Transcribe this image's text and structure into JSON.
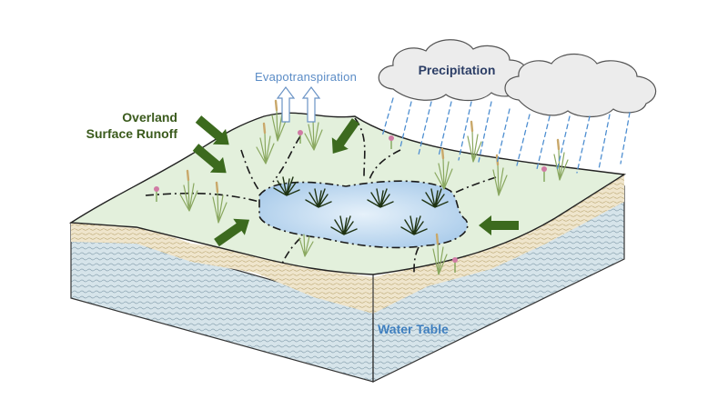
{
  "labels": {
    "evapotranspiration": "Evapotranspiration",
    "precipitation": "Precipitation",
    "overland_line1": "Overland",
    "overland_line2": "Surface Runoff",
    "water_table": "Water Table"
  },
  "colors": {
    "ground_top": "#e3f0dc",
    "soil_band": "#efe6cf",
    "water_block": "#d4e4ea",
    "pond_water": "#bcd7ee",
    "runoff_arrow": "#3c6a1e",
    "cloud": "#e8e8e8",
    "rain": "#4f8fd1"
  },
  "icons": {
    "evap_arrows": "up-arrow-icon",
    "runoff_arrows": "green-arrow-icon",
    "rain": "rain-streak-icon"
  }
}
